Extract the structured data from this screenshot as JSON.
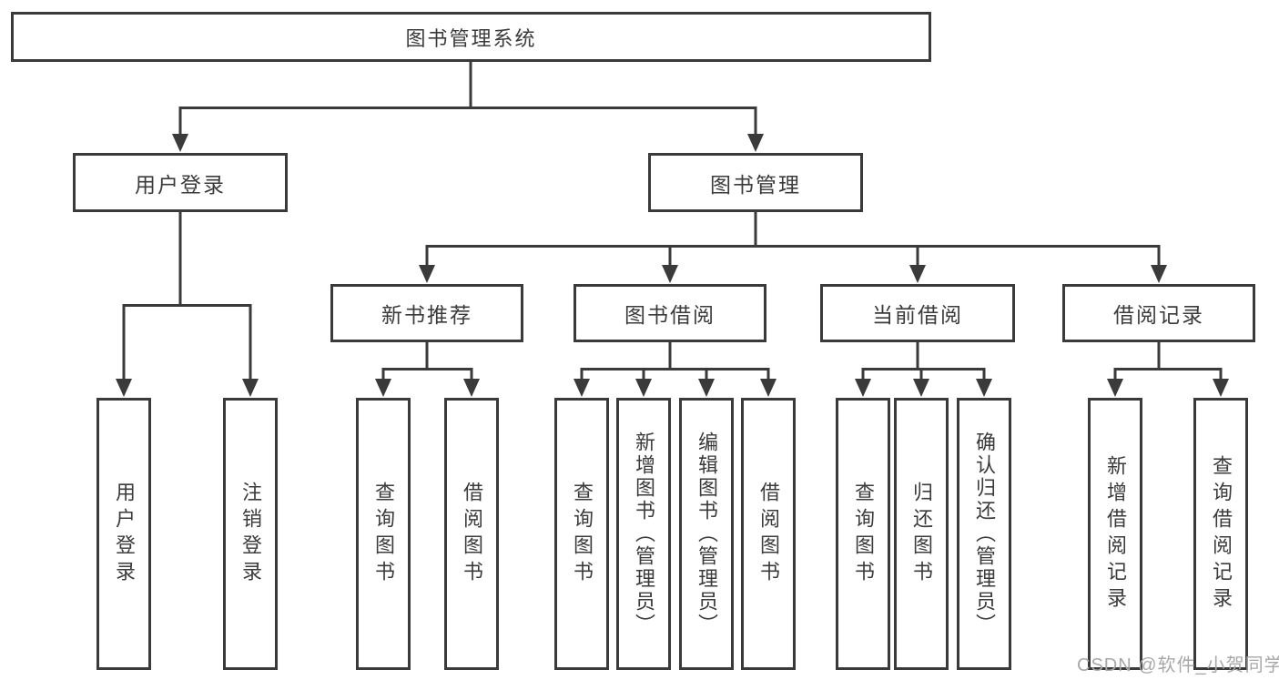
{
  "tree": {
    "label": "图书管理系统",
    "children": [
      {
        "label": "用户登录",
        "children": [
          {
            "label": "用户登录"
          },
          {
            "label": "注销登录"
          }
        ]
      },
      {
        "label": "图书管理",
        "children": [
          {
            "label": "新书推荐",
            "children": [
              {
                "label": "查询图书"
              },
              {
                "label": "借阅图书"
              }
            ]
          },
          {
            "label": "图书借阅",
            "children": [
              {
                "label": "查询图书"
              },
              {
                "label": "新增图书（管理员）"
              },
              {
                "label": "编辑图书（管理员）"
              },
              {
                "label": "借阅图书"
              }
            ]
          },
          {
            "label": "当前借阅",
            "children": [
              {
                "label": "查询图书"
              },
              {
                "label": "归还图书"
              },
              {
                "label": "确认归还（管理员）"
              }
            ]
          },
          {
            "label": "借阅记录",
            "children": [
              {
                "label": "新增借阅记录"
              },
              {
                "label": "查询借阅记录"
              }
            ]
          }
        ]
      }
    ]
  },
  "watermark": "CSDN @软件_小贺同学",
  "colors": {
    "line": "#3a3a3a",
    "text": "#3b3b3b",
    "watermark": "#a8a8a8",
    "background": "#ffffff"
  }
}
